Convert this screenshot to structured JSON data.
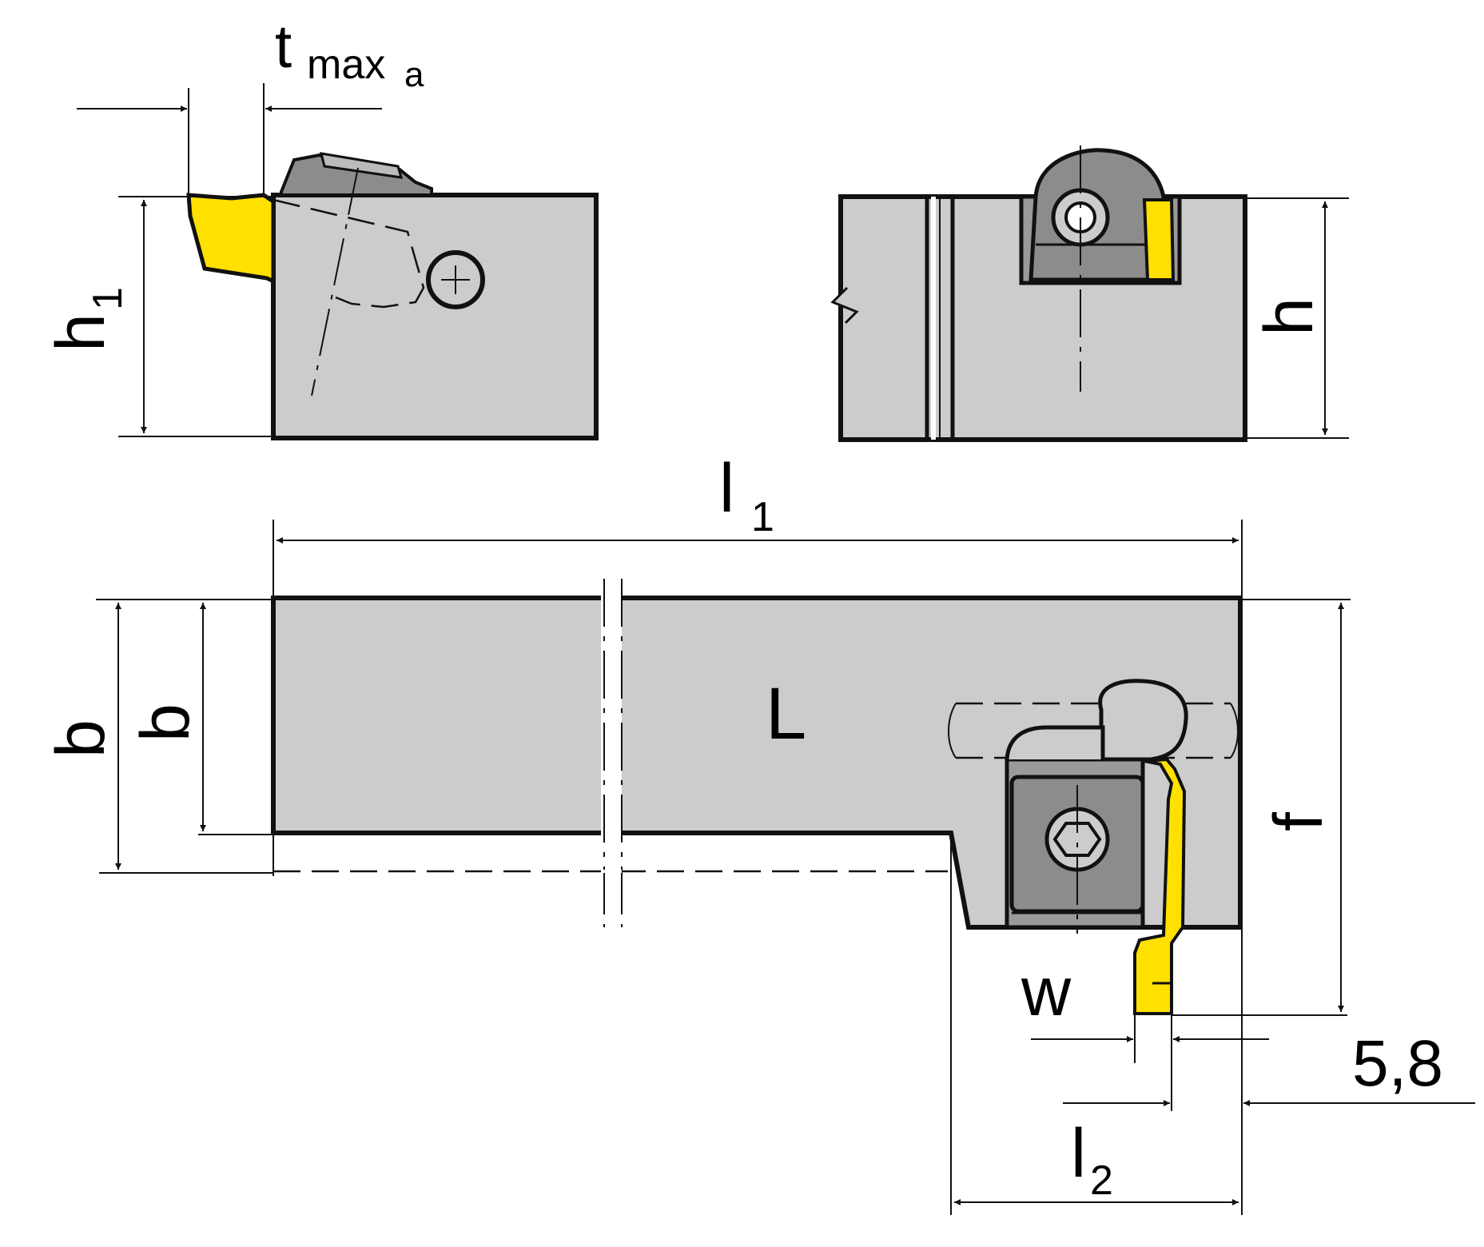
{
  "colors": {
    "body": "#cccccc",
    "body_dark": "#9a9a9a",
    "clamp": "#8c8c8c",
    "insert": "#ffe000",
    "line": "#111111",
    "background": "#ffffff"
  },
  "labels": {
    "tmax": "t",
    "tmax_sub1": "max",
    "tmax_sub2": "a",
    "h1": "h",
    "h1_sub": "1",
    "h": "h",
    "l1": "l",
    "l1_sub": "1",
    "b_outer": "b",
    "b_inner": "b",
    "L": "L",
    "f": "f",
    "w": "w",
    "dim_58": "5,8",
    "l2": "l",
    "l2_sub": "2"
  }
}
